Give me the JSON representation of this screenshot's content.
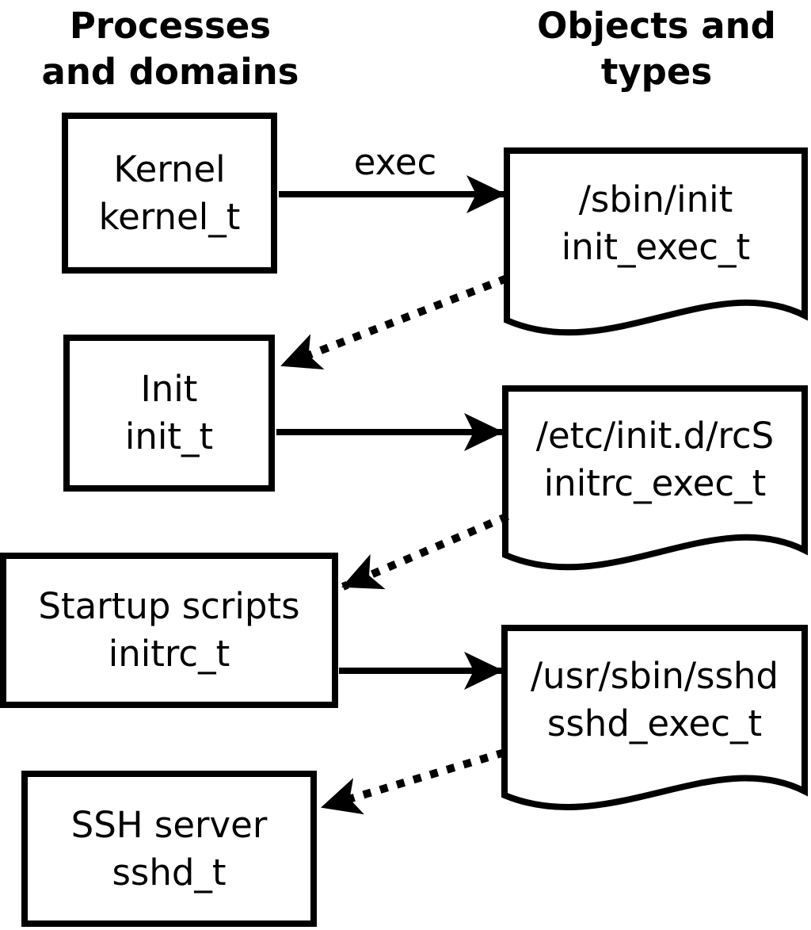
{
  "diagram": {
    "title_columns": {
      "left": {
        "line1": "Processes",
        "line2": "and domains"
      },
      "right": {
        "line1": "Objects and",
        "line2": "types"
      }
    },
    "processes": [
      {
        "name": "Kernel",
        "type": "kernel_t"
      },
      {
        "name": "Init",
        "type": "init_t"
      },
      {
        "name": "Startup scripts",
        "type": "initrc_t"
      },
      {
        "name": "SSH server",
        "type": "sshd_t"
      }
    ],
    "objects": [
      {
        "path": "/sbin/init",
        "type": "init_exec_t"
      },
      {
        "path": "/etc/init.d/rcS",
        "type": "initrc_exec_t"
      },
      {
        "path": "/usr/sbin/sshd",
        "type": "sshd_exec_t"
      }
    ],
    "edge_labels": {
      "exec": "exec"
    },
    "colors": {
      "foreground": "#000000",
      "background": "#ffffff"
    }
  }
}
